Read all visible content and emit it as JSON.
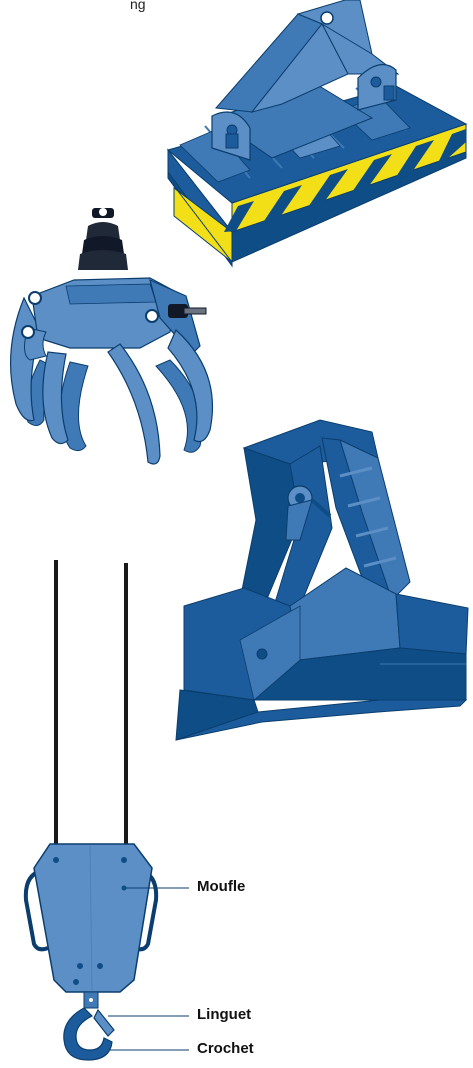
{
  "caption_fragment": "ng",
  "labels": {
    "moufle": "Moufle",
    "linguet": "Linguet",
    "crochet": "Crochet"
  },
  "colors": {
    "light_blue": "#5b8fc5",
    "medium_blue": "#3f79b6",
    "dark_blue": "#1c5c9c",
    "deep_blue": "#0e4d86",
    "outline": "#0b3e6e",
    "warning_yellow": "#f2df17",
    "cable": "#1a1a1a"
  },
  "icons": [
    "lifting-magnet-icon",
    "log-grapple-icon",
    "clamshell-bucket-icon",
    "hook-block-icon"
  ]
}
